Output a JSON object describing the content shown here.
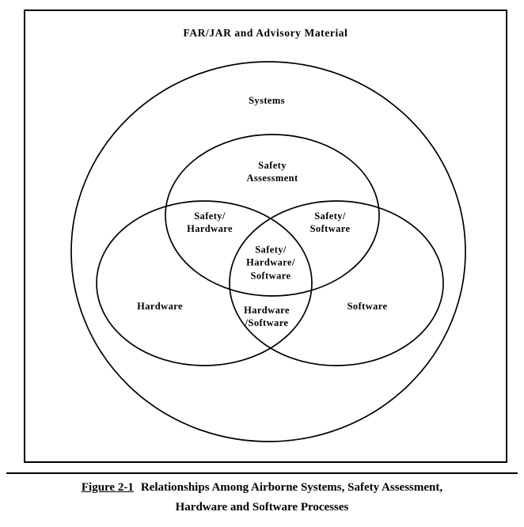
{
  "colors": {
    "line": "#000000",
    "background": "#ffffff"
  },
  "figure": {
    "box_title": "FAR/JAR and Advisory Material",
    "labels": {
      "systems": "Systems",
      "safety_assessment": "Safety\nAssessment",
      "safety_hardware": "Safety/\nHardware",
      "safety_software": "Safety/\nSoftware",
      "safety_hardware_software": "Safety/\nHardware/\nSoftware",
      "hardware": "Hardware",
      "software": "Software",
      "hardware_software": "Hardware\n/Software"
    }
  },
  "caption": {
    "figure_label": "Figure 2-1",
    "line1": "Relationships Among Airborne Systems, Safety Assessment,",
    "line2": "Hardware and Software Processes"
  }
}
